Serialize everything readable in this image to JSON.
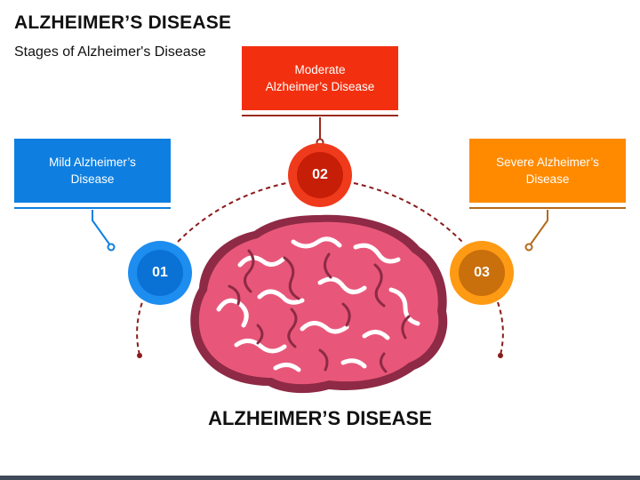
{
  "header": {
    "title": "ALZHEIMER’S DISEASE",
    "subtitle": "Stages of Alzheimer's Disease"
  },
  "stages": [
    {
      "number": "01",
      "label": "Mild Alzheimer’s Disease",
      "color": "#0e7fe0"
    },
    {
      "number": "02",
      "label": "Moderate Alzheimer’s Disease",
      "color": "#f2300f"
    },
    {
      "number": "03",
      "label": "Severe Alzheimer’s Disease",
      "color": "#ff8a00"
    }
  ],
  "center": {
    "title": "ALZHEIMER’S DISEASE",
    "illustration": "brain-icon",
    "brain_color": "#e8577a"
  }
}
